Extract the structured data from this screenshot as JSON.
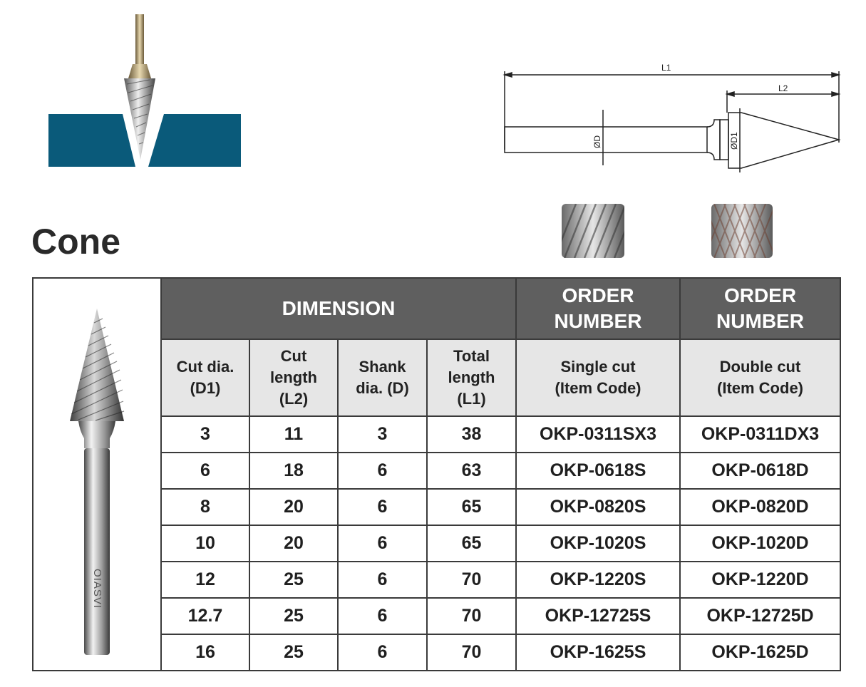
{
  "title": "Cone",
  "diagram": {
    "L1": "L1",
    "L2": "L2",
    "D": "ØD",
    "D1": "ØD1"
  },
  "product_image": {
    "engraving": "OIASVI"
  },
  "table": {
    "group_headers": {
      "dimension": "DIMENSION",
      "order_single": "ORDER NUMBER",
      "order_double": "ORDER NUMBER"
    },
    "columns": [
      "Cut dia. (D1)",
      "Cut length (L2)",
      "Shank dia. (D)",
      "Total length (L1)",
      "Single cut (Item Code)",
      "Double cut (Item Code)"
    ],
    "rows": [
      [
        "3",
        "11",
        "3",
        "38",
        "OKP-0311SX3",
        "OKP-0311DX3"
      ],
      [
        "6",
        "18",
        "6",
        "63",
        "OKP-0618S",
        "OKP-0618D"
      ],
      [
        "8",
        "20",
        "6",
        "65",
        "OKP-0820S",
        "OKP-0820D"
      ],
      [
        "10",
        "20",
        "6",
        "65",
        "OKP-1020S",
        "OKP-1020D"
      ],
      [
        "12",
        "25",
        "6",
        "70",
        "OKP-1220S",
        "OKP-1220D"
      ],
      [
        "12.7",
        "25",
        "6",
        "70",
        "OKP-12725S",
        "OKP-12725D"
      ],
      [
        "16",
        "25",
        "6",
        "70",
        "OKP-1625S",
        "OKP-1625D"
      ]
    ]
  },
  "colors": {
    "workpiece": "#0a5a7a",
    "header_dark": "#5f5f5f",
    "header_light": "#e6e6e6"
  }
}
